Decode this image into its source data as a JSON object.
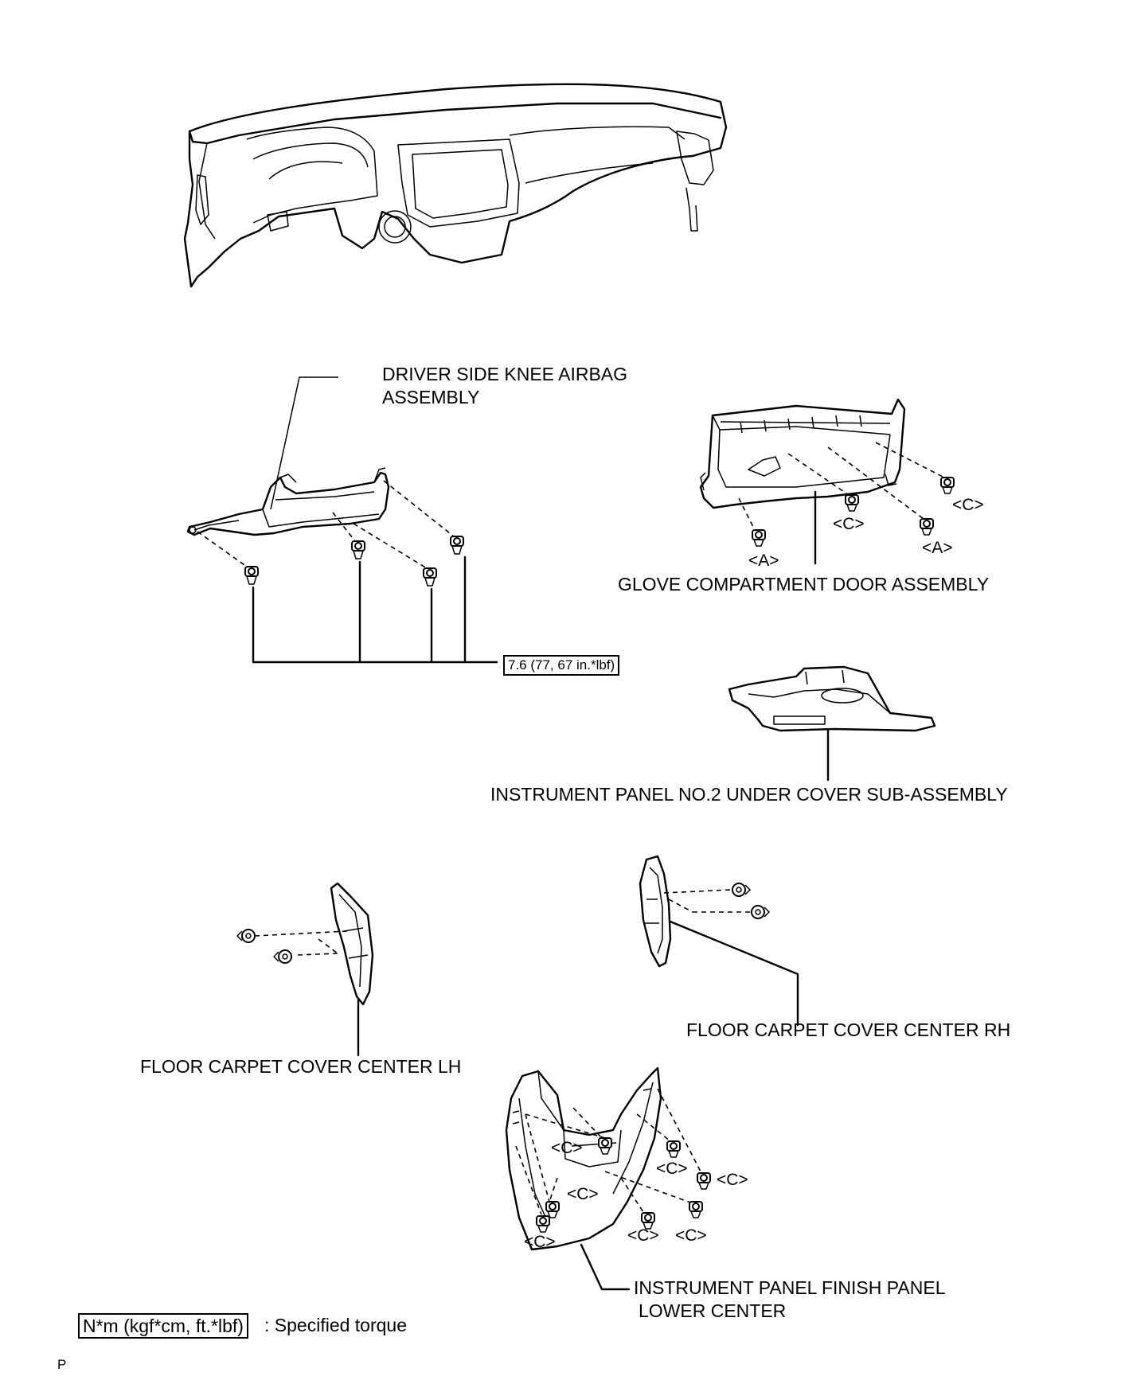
{
  "labels": {
    "knee_airbag_1": "DRIVER SIDE KNEE AIRBAG",
    "knee_airbag_2": "ASSEMBLY",
    "glove_door": "GLOVE COMPARTMENT DOOR ASSEMBLY",
    "under_cover": "INSTRUMENT PANEL NO.2 UNDER COVER SUB-ASSEMBLY",
    "carpet_rh": "FLOOR CARPET COVER CENTER RH",
    "carpet_lh": "FLOOR CARPET COVER CENTER LH",
    "finish_panel_1": "INSTRUMENT PANEL FINISH PANEL",
    "finish_panel_2": "LOWER CENTER"
  },
  "torque": {
    "knee_airbag_bolts": "7.6 (77, 67 in.*lbf)"
  },
  "fastener_marks": {
    "a": "<A>",
    "c": "<C>"
  },
  "legend": {
    "box": "N*m (kgf*cm, ft.*lbf)",
    "text": ": Specified torque"
  },
  "footer": {
    "page_code": "P"
  }
}
